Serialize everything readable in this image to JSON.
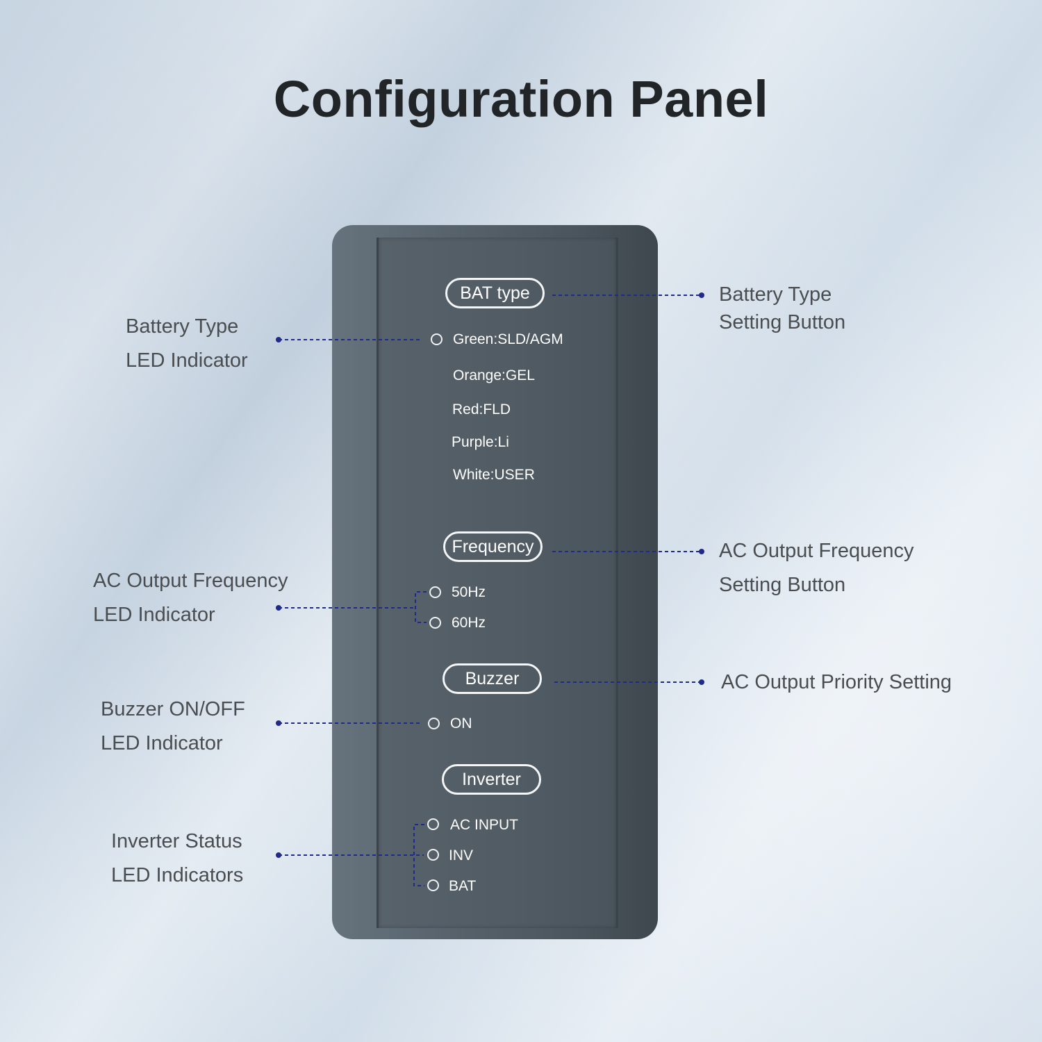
{
  "title": "Configuration Panel",
  "panel": {
    "bat_type_button": "BAT type",
    "battery_types": [
      "Green:SLD/AGM",
      "Orange:GEL",
      "Red:FLD",
      "Purple:Li",
      "White:USER"
    ],
    "frequency_button": "Frequency",
    "frequency_options": [
      "50Hz",
      "60Hz"
    ],
    "buzzer_button": "Buzzer",
    "buzzer_option": "ON",
    "inverter_button": "Inverter",
    "inverter_options": [
      "AC INPUT",
      "INV",
      "BAT"
    ]
  },
  "callouts": {
    "battery_type_led": [
      "Battery Type",
      "LED Indicator"
    ],
    "battery_type_button": [
      "Battery Type",
      "Setting Button"
    ],
    "frequency_led": [
      "AC Output Frequency",
      "LED Indicator"
    ],
    "frequency_button": [
      "AC Output Frequency",
      "Setting Button"
    ],
    "buzzer_led": [
      "Buzzer ON/OFF",
      "LED Indicator"
    ],
    "priority_setting": "AC Output Priority Setting",
    "inverter_led": [
      "Inverter Status",
      "LED Indicators"
    ]
  },
  "colors": {
    "leader_line": "#1f2a8a",
    "panel": "#515b63",
    "text_dark": "#222527"
  }
}
